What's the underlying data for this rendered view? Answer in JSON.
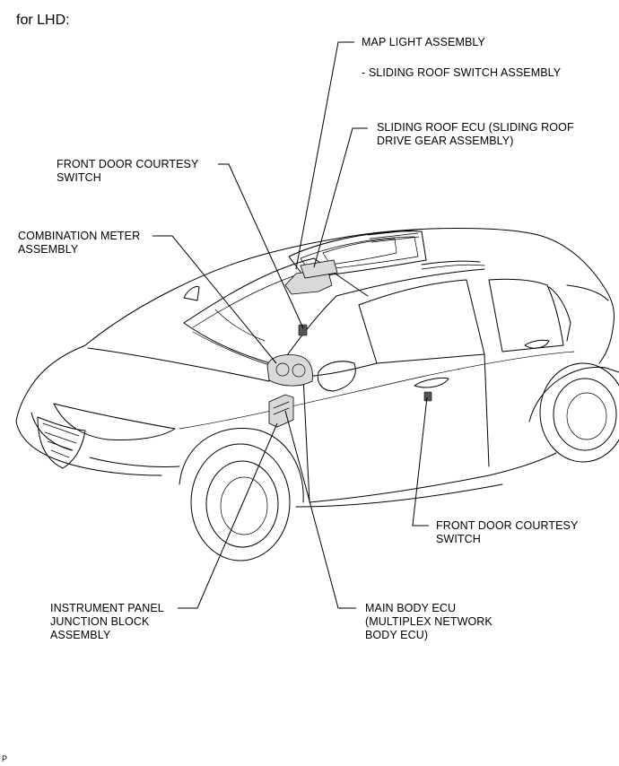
{
  "heading": "for LHD:",
  "labels": {
    "map_light": "MAP LIGHT ASSEMBLY",
    "sliding_roof_switch": "- SLIDING ROOF SWITCH ASSEMBLY",
    "sliding_roof_ecu": "SLIDING ROOF ECU (SLIDING ROOF\nDRIVE GEAR ASSEMBLY)",
    "front_door_courtesy_top": "FRONT DOOR COURTESY\nSWITCH",
    "combination_meter": "COMBINATION METER\nASSEMBLY",
    "front_door_courtesy_bottom": "FRONT DOOR COURTESY\nSWITCH",
    "instrument_panel_jb": "INSTRUMENT PANEL\nJUNCTION BLOCK\nASSEMBLY",
    "main_body_ecu": "MAIN BODY ECU\n(MULTIPLEX NETWORK\nBODY ECU)"
  },
  "footer": "P"
}
